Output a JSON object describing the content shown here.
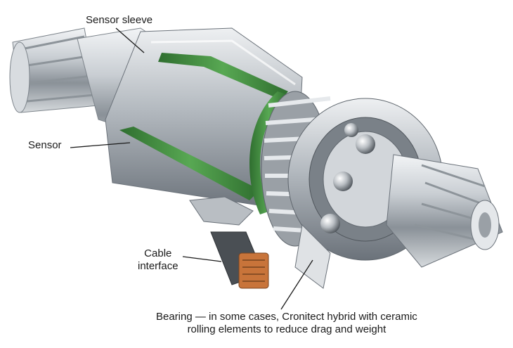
{
  "labels": {
    "sensor_sleeve": "Sensor sleeve",
    "sensor": "Sensor",
    "cable_interface": [
      "Cable",
      "interface"
    ],
    "bearing": [
      "Bearing — in some cases, Cronitect hybrid with ceramic",
      "rolling elements to reduce drag and weight"
    ]
  },
  "colors": {
    "steel_light": "#e9ecef",
    "steel_mid": "#aeb4ba",
    "steel_dark": "#5f666d",
    "sensor_green": "#3b8a3a",
    "connector_copper": "#c8743a"
  }
}
